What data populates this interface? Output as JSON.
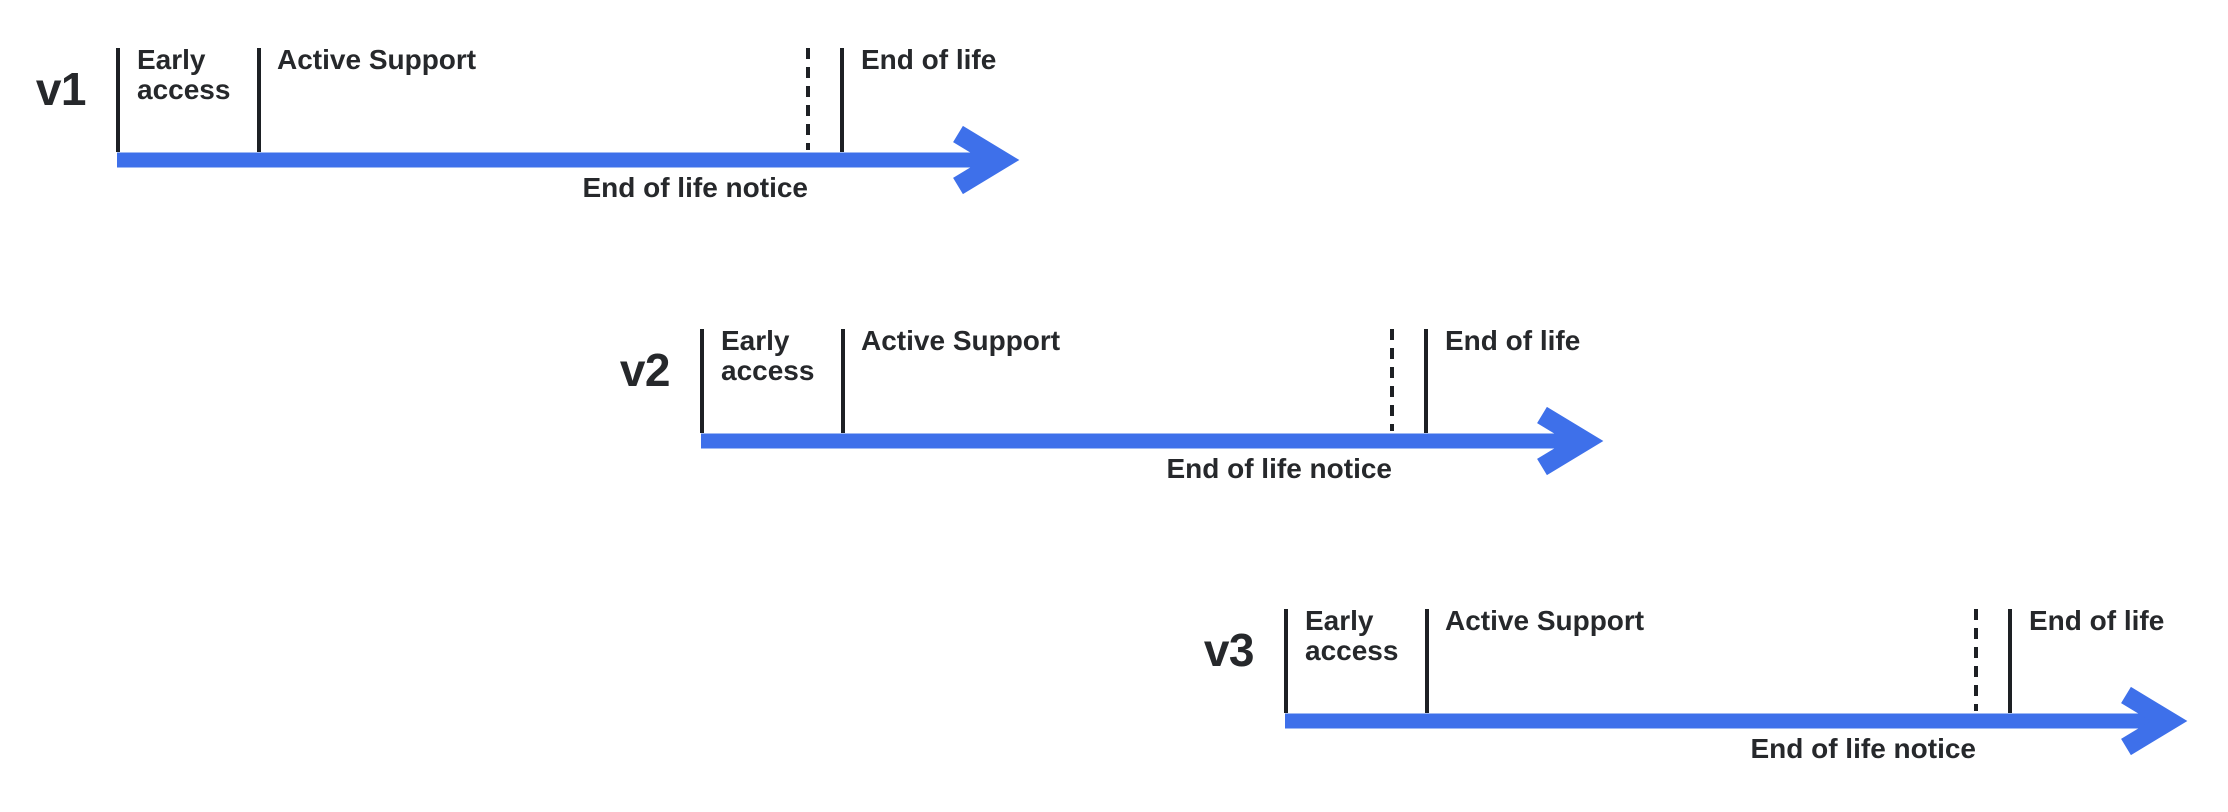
{
  "colors": {
    "arrow": "#3e70ea",
    "line": "#1d2024",
    "text": "#26282b",
    "background": "#ffffff"
  },
  "timelines": [
    {
      "version": "v1",
      "phase_early_access": "Early access",
      "phase_active_support": "Active Support",
      "phase_end_of_life": "End of life",
      "eol_notice": "End of life notice"
    },
    {
      "version": "v2",
      "phase_early_access": "Early access",
      "phase_active_support": "Active Support",
      "phase_end_of_life": "End of life",
      "eol_notice": "End of life notice"
    },
    {
      "version": "v3",
      "phase_early_access": "Early access",
      "phase_active_support": "Active Support",
      "phase_end_of_life": "End of life",
      "eol_notice": "End of life notice"
    }
  ]
}
